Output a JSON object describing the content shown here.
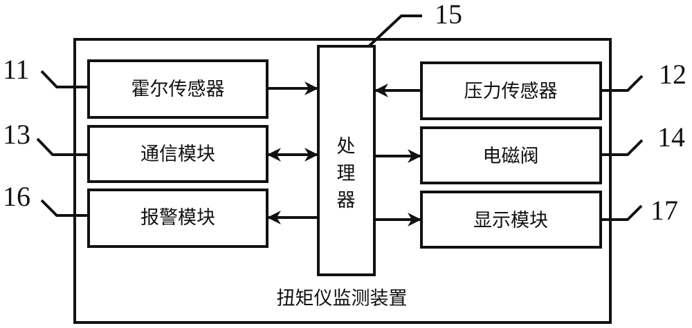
{
  "diagram": {
    "title": "扭矩仪监测装置",
    "processor": {
      "label_chars": [
        "处",
        "理",
        "器"
      ],
      "ref": "15"
    },
    "modules": [
      {
        "id": "hall-sensor",
        "label": "霍尔传感器",
        "ref": "11",
        "side": "left",
        "link": "to-processor"
      },
      {
        "id": "comm-module",
        "label": "通信模块",
        "ref": "13",
        "side": "left",
        "link": "bidirectional"
      },
      {
        "id": "alarm-module",
        "label": "报警模块",
        "ref": "16",
        "side": "left",
        "link": "from-processor"
      },
      {
        "id": "pressure-sensor",
        "label": "压力传感器",
        "ref": "12",
        "side": "right",
        "link": "to-processor"
      },
      {
        "id": "solenoid-valve",
        "label": "电磁阀",
        "ref": "14",
        "side": "right",
        "link": "from-processor"
      },
      {
        "id": "display-module",
        "label": "显示模块",
        "ref": "17",
        "side": "right",
        "link": "from-processor"
      }
    ]
  }
}
